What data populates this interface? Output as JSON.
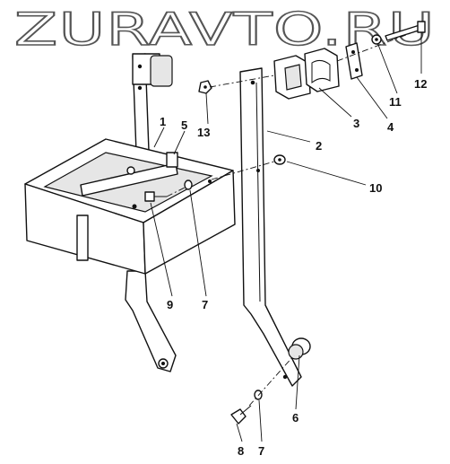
{
  "watermark": {
    "text": "ZURAVTO.RU"
  },
  "callouts": [
    {
      "id": "c1",
      "label": "1"
    },
    {
      "id": "c2",
      "label": "2"
    },
    {
      "id": "c3",
      "label": "3"
    },
    {
      "id": "c4",
      "label": "4"
    },
    {
      "id": "c5",
      "label": "5"
    },
    {
      "id": "c6",
      "label": "6"
    },
    {
      "id": "c7a",
      "label": "7"
    },
    {
      "id": "c7b",
      "label": "7"
    },
    {
      "id": "c8",
      "label": "8"
    },
    {
      "id": "c9",
      "label": "9"
    },
    {
      "id": "c10",
      "label": "10"
    },
    {
      "id": "c11",
      "label": "11"
    },
    {
      "id": "c12",
      "label": "12"
    },
    {
      "id": "c13",
      "label": "13"
    }
  ]
}
